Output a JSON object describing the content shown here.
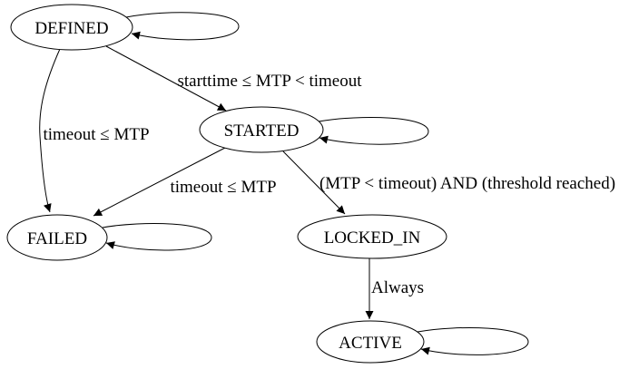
{
  "diagram": {
    "type": "state-machine-graph",
    "colors": {
      "background": "#ffffff",
      "node_fill": "#ffffff",
      "line": "#000000",
      "text": "#000000"
    },
    "nodes": [
      {
        "label": "DEFINED",
        "self_loop": true
      },
      {
        "label": "STARTED",
        "self_loop": true
      },
      {
        "label": "FAILED",
        "self_loop": true
      },
      {
        "label": "LOCKED_IN",
        "self_loop": false
      },
      {
        "label": "ACTIVE",
        "self_loop": true
      }
    ],
    "edges": [
      {
        "from": "DEFINED",
        "to": "STARTED",
        "label": "starttime ≤ MTP < timeout"
      },
      {
        "from": "DEFINED",
        "to": "FAILED",
        "label": "timeout ≤ MTP"
      },
      {
        "from": "STARTED",
        "to": "FAILED",
        "label": "timeout ≤ MTP"
      },
      {
        "from": "STARTED",
        "to": "LOCKED_IN",
        "label": "(MTP < timeout) AND (threshold reached)"
      },
      {
        "from": "LOCKED_IN",
        "to": "ACTIVE",
        "label": "Always"
      }
    ]
  }
}
